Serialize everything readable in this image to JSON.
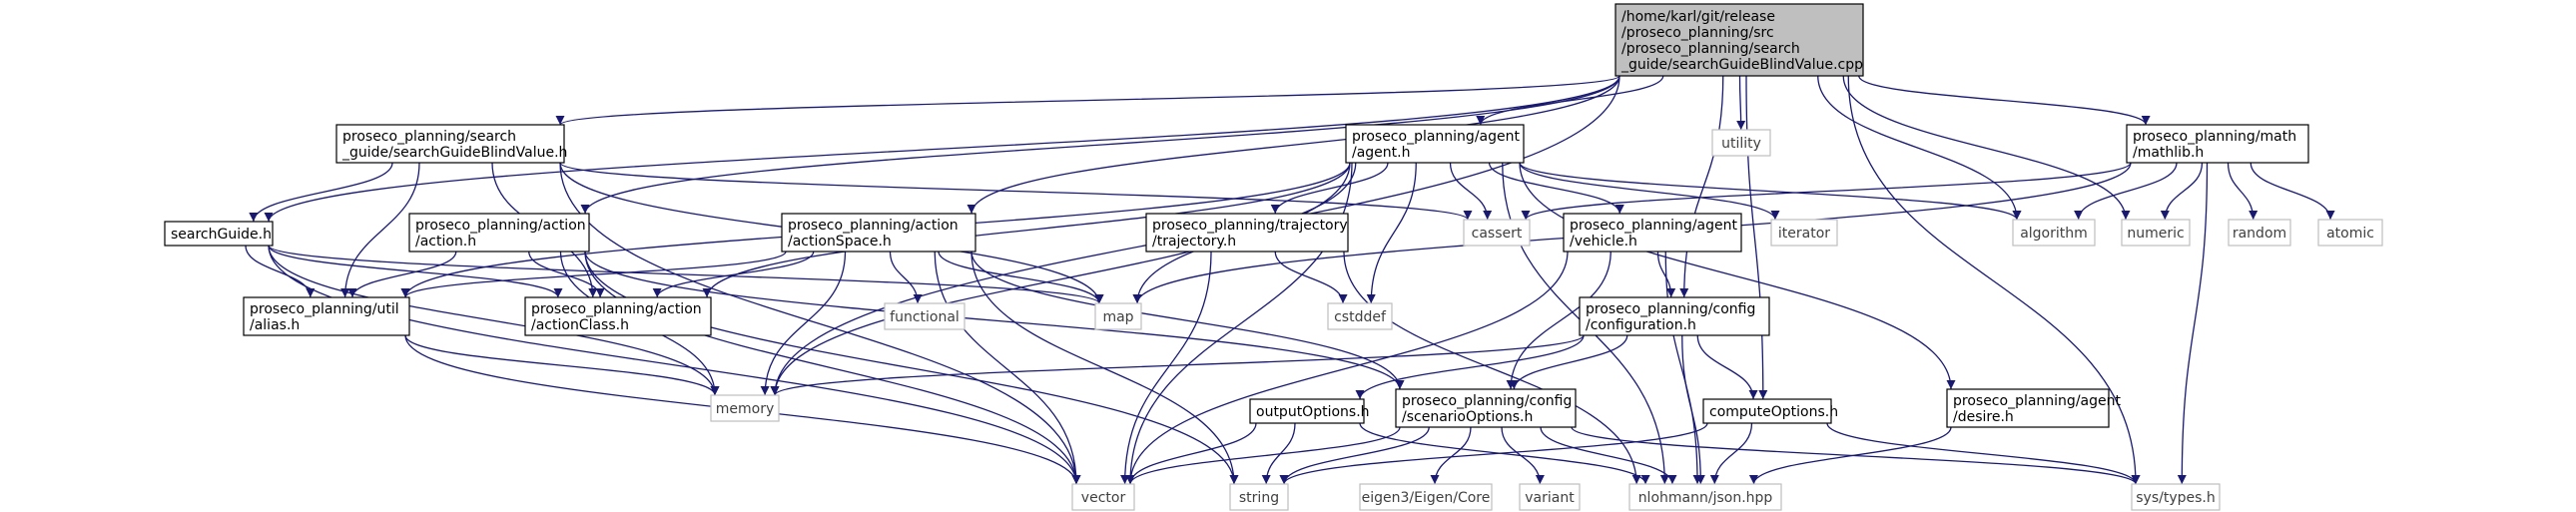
{
  "graph": {
    "colors": {
      "root_fill": "#bfbfbf",
      "root_stroke": "#000000",
      "internal_fill": "#ffffff",
      "internal_stroke": "#000000",
      "system_fill": "#ffffff",
      "system_stroke": "#bfbfbf",
      "edge": "#191970"
    },
    "nodes": [
      {
        "id": "root",
        "kind": "root",
        "lines": [
          "/home/karl/git/release",
          "/proseco_planning/src",
          "/proseco_planning/search",
          "_guide/searchGuideBlindValue.cpp"
        ]
      },
      {
        "id": "sgbv_h",
        "kind": "internal",
        "lines": [
          "proseco_planning/search",
          "_guide/searchGuideBlindValue.h"
        ]
      },
      {
        "id": "utility",
        "kind": "system",
        "lines": [
          "utility"
        ]
      },
      {
        "id": "agent_h",
        "kind": "internal",
        "lines": [
          "proseco_planning/agent",
          "/agent.h"
        ]
      },
      {
        "id": "mathlib_h",
        "kind": "internal",
        "lines": [
          "proseco_planning/math",
          "/mathlib.h"
        ]
      },
      {
        "id": "searchGuide_h",
        "kind": "internal",
        "lines": [
          "searchGuide.h"
        ]
      },
      {
        "id": "action_h",
        "kind": "internal",
        "lines": [
          "proseco_planning/action",
          "/action.h"
        ]
      },
      {
        "id": "actionSpace_h",
        "kind": "internal",
        "lines": [
          "proseco_planning/action",
          "/actionSpace.h"
        ]
      },
      {
        "id": "trajectory_h",
        "kind": "internal",
        "lines": [
          "proseco_planning/trajectory",
          "/trajectory.h"
        ]
      },
      {
        "id": "cassert",
        "kind": "system",
        "lines": [
          "cassert"
        ]
      },
      {
        "id": "vehicle_h",
        "kind": "internal",
        "lines": [
          "proseco_planning/agent",
          "/vehicle.h"
        ]
      },
      {
        "id": "iterator",
        "kind": "system",
        "lines": [
          "iterator"
        ]
      },
      {
        "id": "algorithm",
        "kind": "system",
        "lines": [
          "algorithm"
        ]
      },
      {
        "id": "numeric",
        "kind": "system",
        "lines": [
          "numeric"
        ]
      },
      {
        "id": "random",
        "kind": "system",
        "lines": [
          "random"
        ]
      },
      {
        "id": "atomic",
        "kind": "system",
        "lines": [
          "atomic"
        ]
      },
      {
        "id": "alias_h",
        "kind": "internal",
        "lines": [
          "proseco_planning/util",
          "/alias.h"
        ]
      },
      {
        "id": "actionClass_h",
        "kind": "internal",
        "lines": [
          "proseco_planning/action",
          "/actionClass.h"
        ]
      },
      {
        "id": "functional",
        "kind": "system",
        "lines": [
          "functional"
        ]
      },
      {
        "id": "map",
        "kind": "system",
        "lines": [
          "map"
        ]
      },
      {
        "id": "cstddef",
        "kind": "system",
        "lines": [
          "cstddef"
        ]
      },
      {
        "id": "configuration_h",
        "kind": "internal",
        "lines": [
          "proseco_planning/config",
          "/configuration.h"
        ]
      },
      {
        "id": "memory",
        "kind": "system",
        "lines": [
          "memory"
        ]
      },
      {
        "id": "outputOptions_h",
        "kind": "internal",
        "lines": [
          "outputOptions.h"
        ]
      },
      {
        "id": "scenarioOptions_h",
        "kind": "internal",
        "lines": [
          "proseco_planning/config",
          "/scenarioOptions.h"
        ]
      },
      {
        "id": "computeOptions_h",
        "kind": "internal",
        "lines": [
          "computeOptions.h"
        ]
      },
      {
        "id": "desire_h",
        "kind": "internal",
        "lines": [
          "proseco_planning/agent",
          "/desire.h"
        ]
      },
      {
        "id": "vector",
        "kind": "system",
        "lines": [
          "vector"
        ]
      },
      {
        "id": "string",
        "kind": "system",
        "lines": [
          "string"
        ]
      },
      {
        "id": "eigen_core",
        "kind": "system",
        "lines": [
          "eigen3/Eigen/Core"
        ]
      },
      {
        "id": "variant",
        "kind": "system",
        "lines": [
          "variant"
        ]
      },
      {
        "id": "json_hpp",
        "kind": "system",
        "lines": [
          "nlohmann/json.hpp"
        ]
      },
      {
        "id": "sys_types_h",
        "kind": "system",
        "lines": [
          "sys/types.h"
        ]
      }
    ],
    "edges": [
      [
        "root",
        "sgbv_h"
      ],
      [
        "root",
        "utility"
      ],
      [
        "root",
        "agent_h"
      ],
      [
        "root",
        "mathlib_h"
      ],
      [
        "root",
        "searchGuide_h"
      ],
      [
        "root",
        "action_h"
      ],
      [
        "root",
        "actionSpace_h"
      ],
      [
        "root",
        "configuration_h"
      ],
      [
        "root",
        "algorithm"
      ],
      [
        "root",
        "numeric"
      ],
      [
        "root",
        "memory"
      ],
      [
        "root",
        "computeOptions_h"
      ],
      [
        "root",
        "sys_types_h"
      ],
      [
        "sgbv_h",
        "searchGuide_h"
      ],
      [
        "sgbv_h",
        "alias_h"
      ],
      [
        "sgbv_h",
        "actionClass_h"
      ],
      [
        "sgbv_h",
        "map"
      ],
      [
        "sgbv_h",
        "cassert"
      ],
      [
        "sgbv_h",
        "vector"
      ],
      [
        "searchGuide_h",
        "alias_h"
      ],
      [
        "searchGuide_h",
        "actionClass_h"
      ],
      [
        "searchGuide_h",
        "map"
      ],
      [
        "searchGuide_h",
        "memory"
      ],
      [
        "searchGuide_h",
        "vector"
      ],
      [
        "action_h",
        "alias_h"
      ],
      [
        "action_h",
        "actionClass_h"
      ],
      [
        "action_h",
        "memory"
      ],
      [
        "action_h",
        "string"
      ],
      [
        "action_h",
        "vector"
      ],
      [
        "action_h",
        "scenarioOptions_h"
      ],
      [
        "actionSpace_h",
        "alias_h"
      ],
      [
        "actionSpace_h",
        "actionClass_h"
      ],
      [
        "actionSpace_h",
        "functional"
      ],
      [
        "actionSpace_h",
        "map"
      ],
      [
        "actionSpace_h",
        "memory"
      ],
      [
        "actionSpace_h",
        "string"
      ],
      [
        "actionSpace_h",
        "vector"
      ],
      [
        "actionSpace_h",
        "scenarioOptions_h"
      ],
      [
        "agent_h",
        "alias_h"
      ],
      [
        "agent_h",
        "actionClass_h"
      ],
      [
        "agent_h",
        "trajectory_h"
      ],
      [
        "agent_h",
        "vehicle_h"
      ],
      [
        "agent_h",
        "cassert"
      ],
      [
        "agent_h",
        "cstddef"
      ],
      [
        "agent_h",
        "iterator"
      ],
      [
        "agent_h",
        "algorithm"
      ],
      [
        "agent_h",
        "map"
      ],
      [
        "agent_h",
        "memory"
      ],
      [
        "agent_h",
        "vector"
      ],
      [
        "agent_h",
        "desire_h"
      ],
      [
        "agent_h",
        "json_hpp"
      ],
      [
        "trajectory_h",
        "cstddef"
      ],
      [
        "trajectory_h",
        "vector"
      ],
      [
        "trajectory_h",
        "json_hpp"
      ],
      [
        "vehicle_h",
        "configuration_h"
      ],
      [
        "vehicle_h",
        "scenarioOptions_h"
      ],
      [
        "vehicle_h",
        "vector"
      ],
      [
        "vehicle_h",
        "json_hpp"
      ],
      [
        "mathlib_h",
        "cassert"
      ],
      [
        "mathlib_h",
        "algorithm"
      ],
      [
        "mathlib_h",
        "numeric"
      ],
      [
        "mathlib_h",
        "random"
      ],
      [
        "mathlib_h",
        "atomic"
      ],
      [
        "mathlib_h",
        "map"
      ],
      [
        "mathlib_h",
        "sys_types_h"
      ],
      [
        "alias_h",
        "memory"
      ],
      [
        "alias_h",
        "vector"
      ],
      [
        "configuration_h",
        "outputOptions_h"
      ],
      [
        "configuration_h",
        "scenarioOptions_h"
      ],
      [
        "configuration_h",
        "computeOptions_h"
      ],
      [
        "configuration_h",
        "memory"
      ],
      [
        "configuration_h",
        "json_hpp"
      ],
      [
        "outputOptions_h",
        "string"
      ],
      [
        "outputOptions_h",
        "vector"
      ],
      [
        "outputOptions_h",
        "json_hpp"
      ],
      [
        "scenarioOptions_h",
        "eigen_core"
      ],
      [
        "scenarioOptions_h",
        "variant"
      ],
      [
        "scenarioOptions_h",
        "string"
      ],
      [
        "scenarioOptions_h",
        "vector"
      ],
      [
        "scenarioOptions_h",
        "json_hpp"
      ],
      [
        "scenarioOptions_h",
        "sys_types_h"
      ],
      [
        "computeOptions_h",
        "string"
      ],
      [
        "computeOptions_h",
        "json_hpp"
      ],
      [
        "computeOptions_h",
        "sys_types_h"
      ],
      [
        "desire_h",
        "json_hpp"
      ]
    ]
  }
}
